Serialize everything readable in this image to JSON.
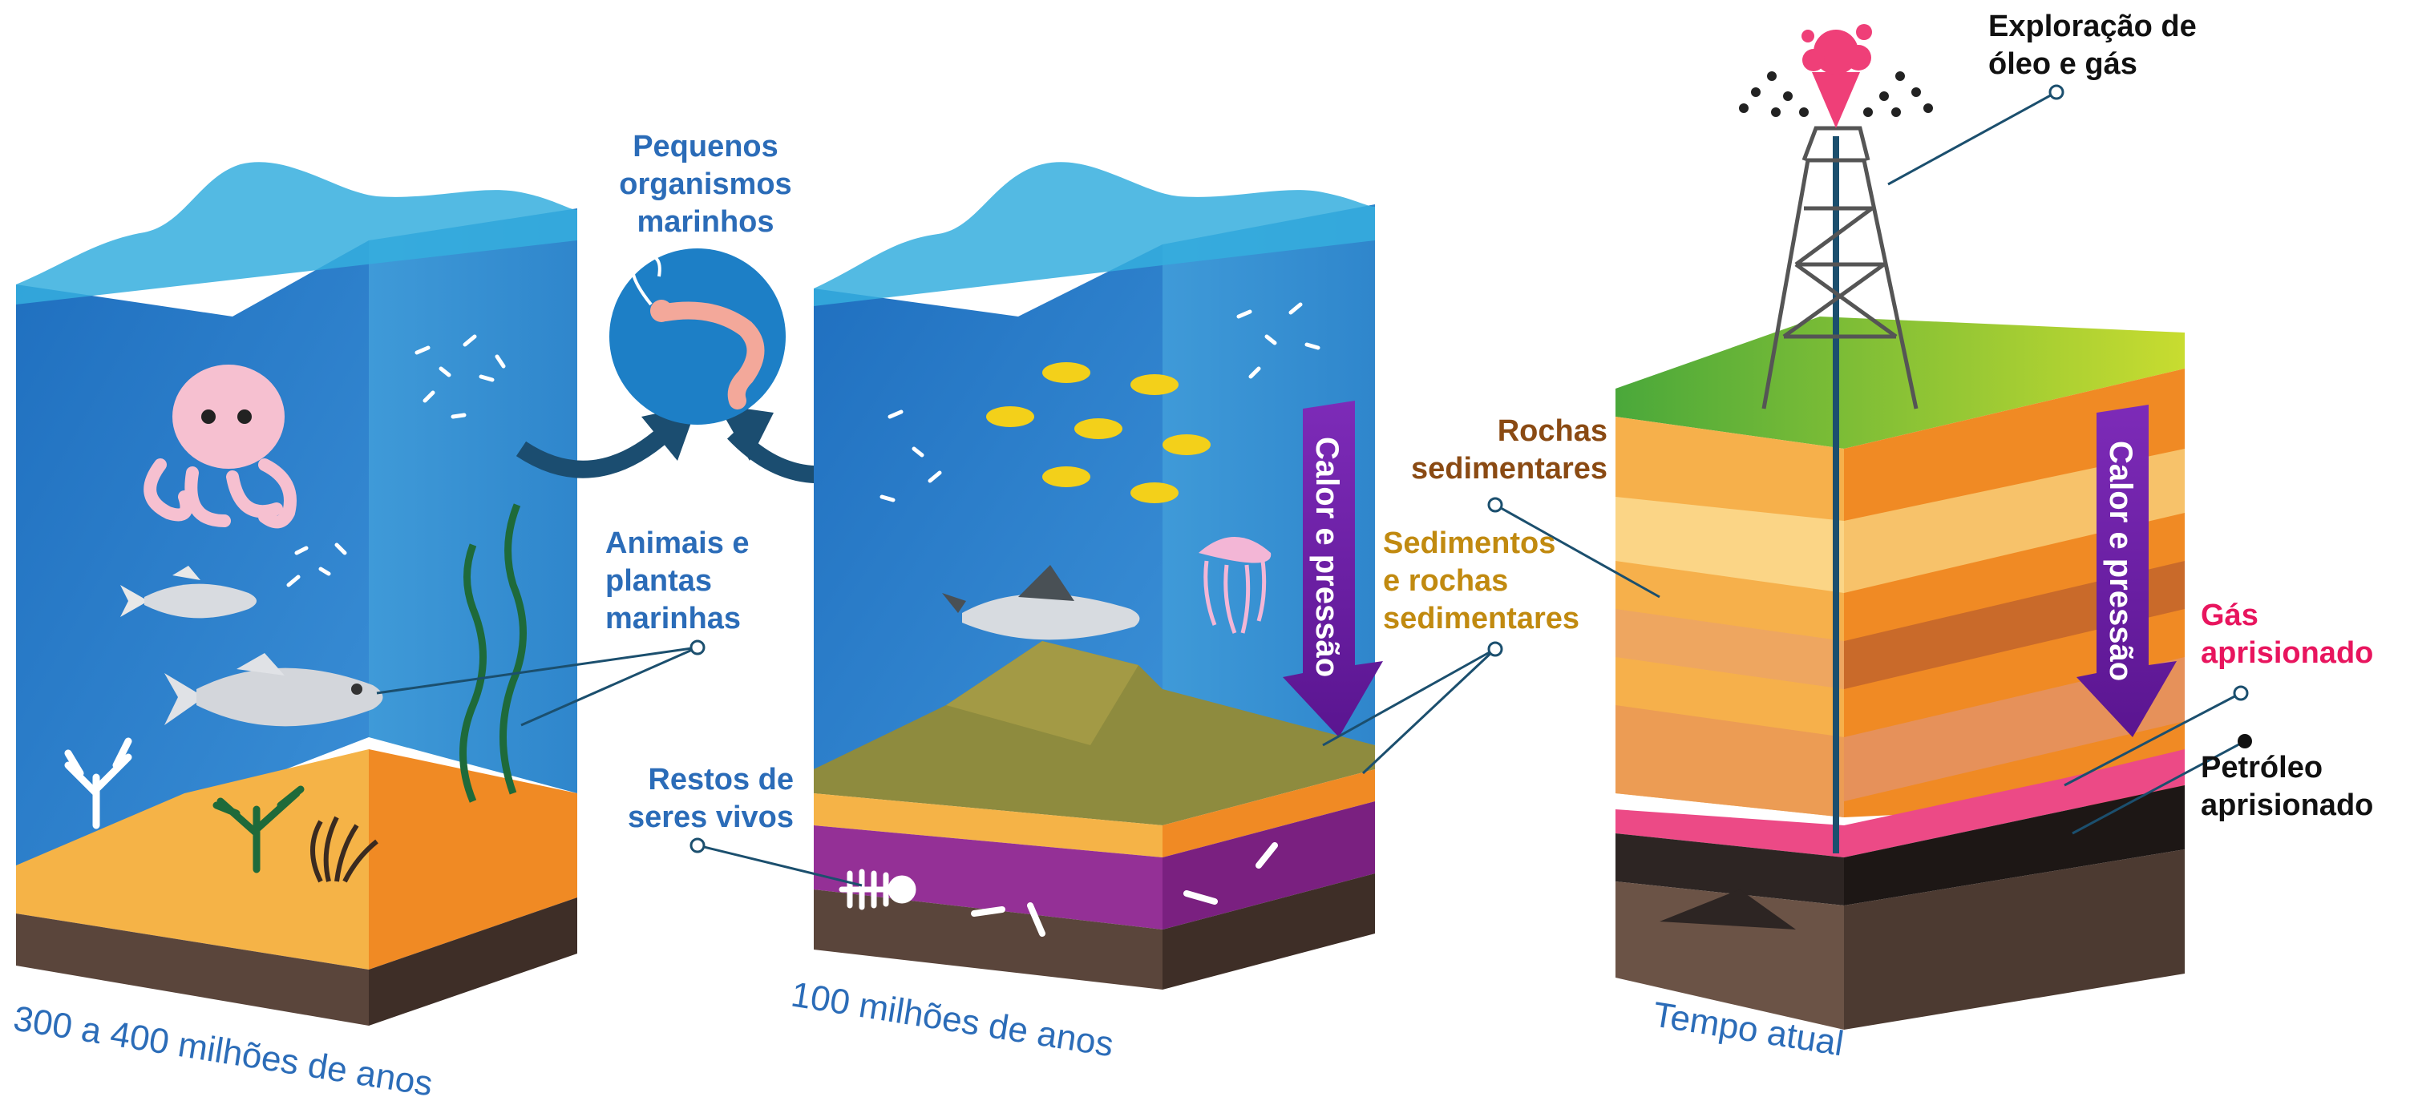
{
  "labels": {
    "small_organisms": [
      "Pequenos",
      "organismos",
      "marinhos"
    ],
    "animals_plants": [
      "Animais e",
      "plantas",
      "marinhas"
    ],
    "remains": [
      "Restos de",
      "seres vivos"
    ],
    "heat_pressure_1": "Calor e pressão",
    "heat_pressure_2": "Calor e pressão",
    "sediment_rocks": [
      "Sedimentos",
      "e rochas",
      "sedimentares"
    ],
    "sedimentary_rocks": [
      "Rochas",
      "sedimentares"
    ],
    "oil_gas_exploration": [
      "Exploração de",
      "óleo e gás"
    ],
    "trapped_gas": [
      "Gás",
      "aprisionado"
    ],
    "trapped_oil": [
      "Petróleo",
      "aprisionado"
    ]
  },
  "stages": [
    {
      "caption": "300 a 400 milhões de anos"
    },
    {
      "caption": "100 milhões de anos"
    },
    {
      "caption": "Tempo atual"
    }
  ],
  "colors": {
    "water_front": "#2a7fc8",
    "water_side": "#3d96d6",
    "water_top": "#37b7dc",
    "sand": "#f2a93b",
    "sand_side": "#f08a24",
    "bedrock": "#4e3b33",
    "fossil_layer": "#8e2b8e",
    "sediment_plain": "#8e8b3e",
    "grass": "#5cb040",
    "arrow": "#6a1aa0",
    "label_blue": "#2b6cb8",
    "label_brown": "#8a4a13",
    "label_gold": "#c18a10",
    "label_pink": "#e8155e",
    "label_black": "#111111"
  }
}
